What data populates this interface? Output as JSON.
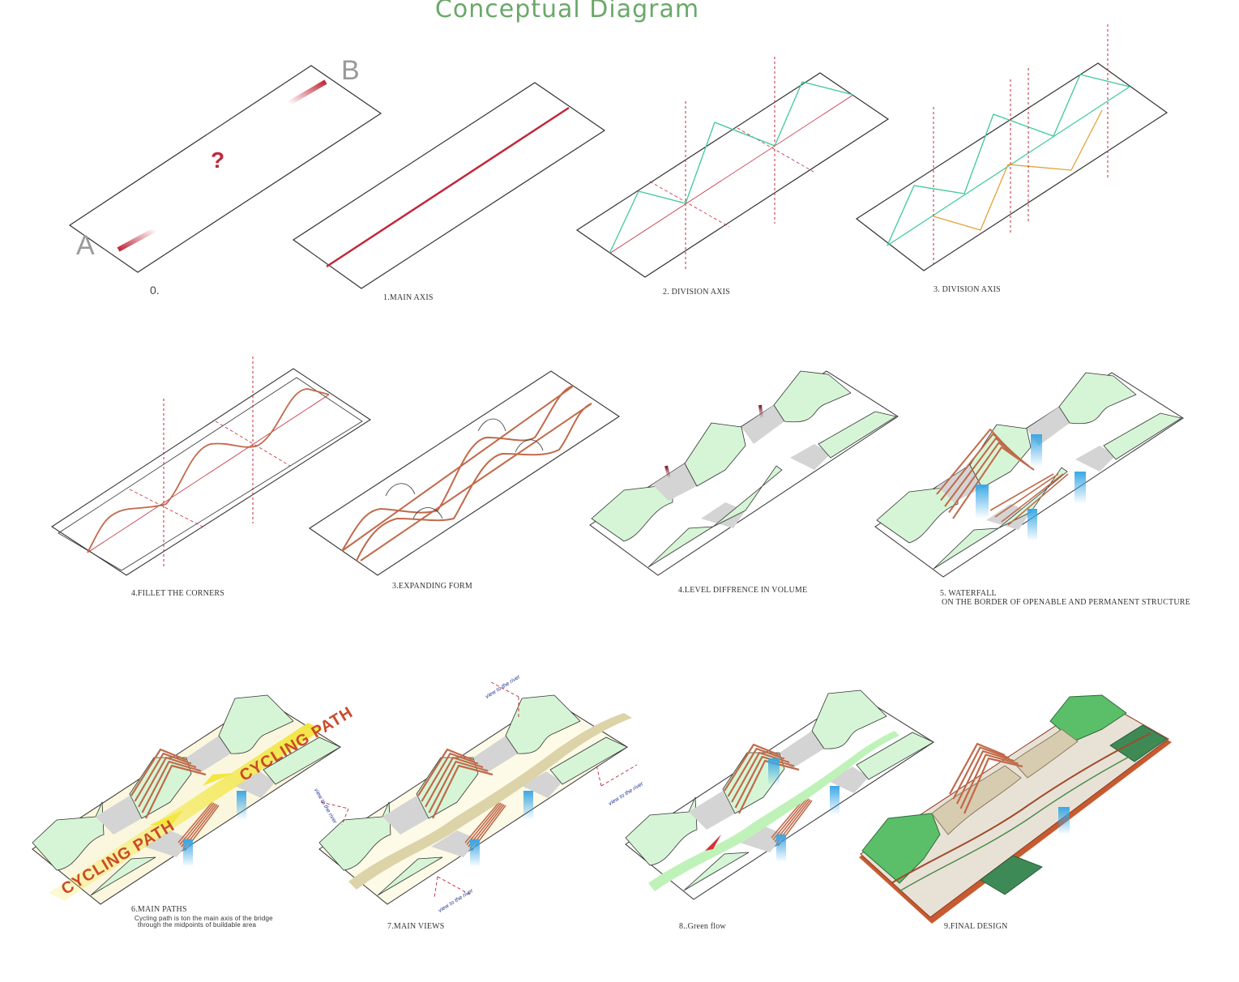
{
  "title": "Conceptual Diagram",
  "panels": [
    {
      "label": "0.",
      "endpoint_a": "A",
      "endpoint_b": "B",
      "question": "?"
    },
    {
      "label": "1.MAIN AXIS"
    },
    {
      "label": "2.    DIVISION AXIS"
    },
    {
      "label": "3.    DIVISION AXIS"
    },
    {
      "label": "4.FILLET THE CORNERS"
    },
    {
      "label": "3.EXPANDING FORM"
    },
    {
      "label": "4.LEVEL DIFFRENCE IN VOLUME"
    },
    {
      "label": "5. WATERFALL",
      "sublabel": "ON THE BORDER OF OPENABLE AND PERMANENT STRUCTURE"
    },
    {
      "label": "6.MAIN PATHS",
      "note_line1": "Cycling path is ton the main axis of the bridge",
      "note_line2": "through the midpoints of buildable area",
      "path_label": "CYCLING PATH"
    },
    {
      "label": "7.MAIN VIEWS",
      "view_label": "view to the river"
    },
    {
      "label": "8..Green flow"
    },
    {
      "label": "9.FINAL DESIGN"
    }
  ],
  "colors": {
    "title": "#6aa86a",
    "axis_red": "#c0283a",
    "division_green": "#3ec99a",
    "division_orange": "#e2a23a",
    "path_brown": "#c06a4a",
    "volume_green": "#d6f5d6",
    "gap_gray": "#d4d4d4",
    "water_blue": "#3aa8e6",
    "cycling_yellow": "#f2e640",
    "site_beige": "#fbf7df"
  }
}
